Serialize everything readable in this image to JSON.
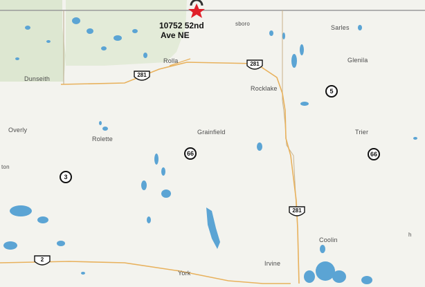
{
  "marker": {
    "address_line1": "10752 52nd",
    "address_line2": "Ave NE",
    "icon": "star-marker-icon",
    "color": "#e0202a"
  },
  "places": [
    {
      "id": "sarles",
      "name": "Sarles"
    },
    {
      "id": "glenila",
      "name": "Glenila"
    },
    {
      "id": "rolla",
      "name": "Rolla"
    },
    {
      "id": "sboro",
      "name": "sboro"
    },
    {
      "id": "dunseith",
      "name": "Dunseith"
    },
    {
      "id": "rocklake",
      "name": "Rocklake"
    },
    {
      "id": "overly",
      "name": "Overly"
    },
    {
      "id": "rolette",
      "name": "Rolette"
    },
    {
      "id": "grainfield",
      "name": "Grainfield"
    },
    {
      "id": "trier",
      "name": "Trier"
    },
    {
      "id": "ton",
      "name": "ton"
    },
    {
      "id": "coolin",
      "name": "Coolin"
    },
    {
      "id": "irvine",
      "name": "Irvine"
    },
    {
      "id": "york",
      "name": "York"
    },
    {
      "id": "h",
      "name": "h"
    }
  ],
  "us_routes": [
    {
      "id": "us281a",
      "number": "281"
    },
    {
      "id": "us281b",
      "number": "281"
    },
    {
      "id": "us281c",
      "number": "281"
    },
    {
      "id": "us2",
      "number": "2"
    }
  ],
  "state_routes": [
    {
      "id": "nd5",
      "number": "5"
    },
    {
      "id": "nd66a",
      "number": "66"
    },
    {
      "id": "nd66b",
      "number": "66"
    },
    {
      "id": "nd3",
      "number": "3"
    }
  ],
  "colors": {
    "land": "#f3f3ee",
    "forest": "#dde7d1",
    "water": "#5ba4d4",
    "road": "#e8b15c",
    "boundary": "#888888",
    "marker": "#e0202a"
  }
}
